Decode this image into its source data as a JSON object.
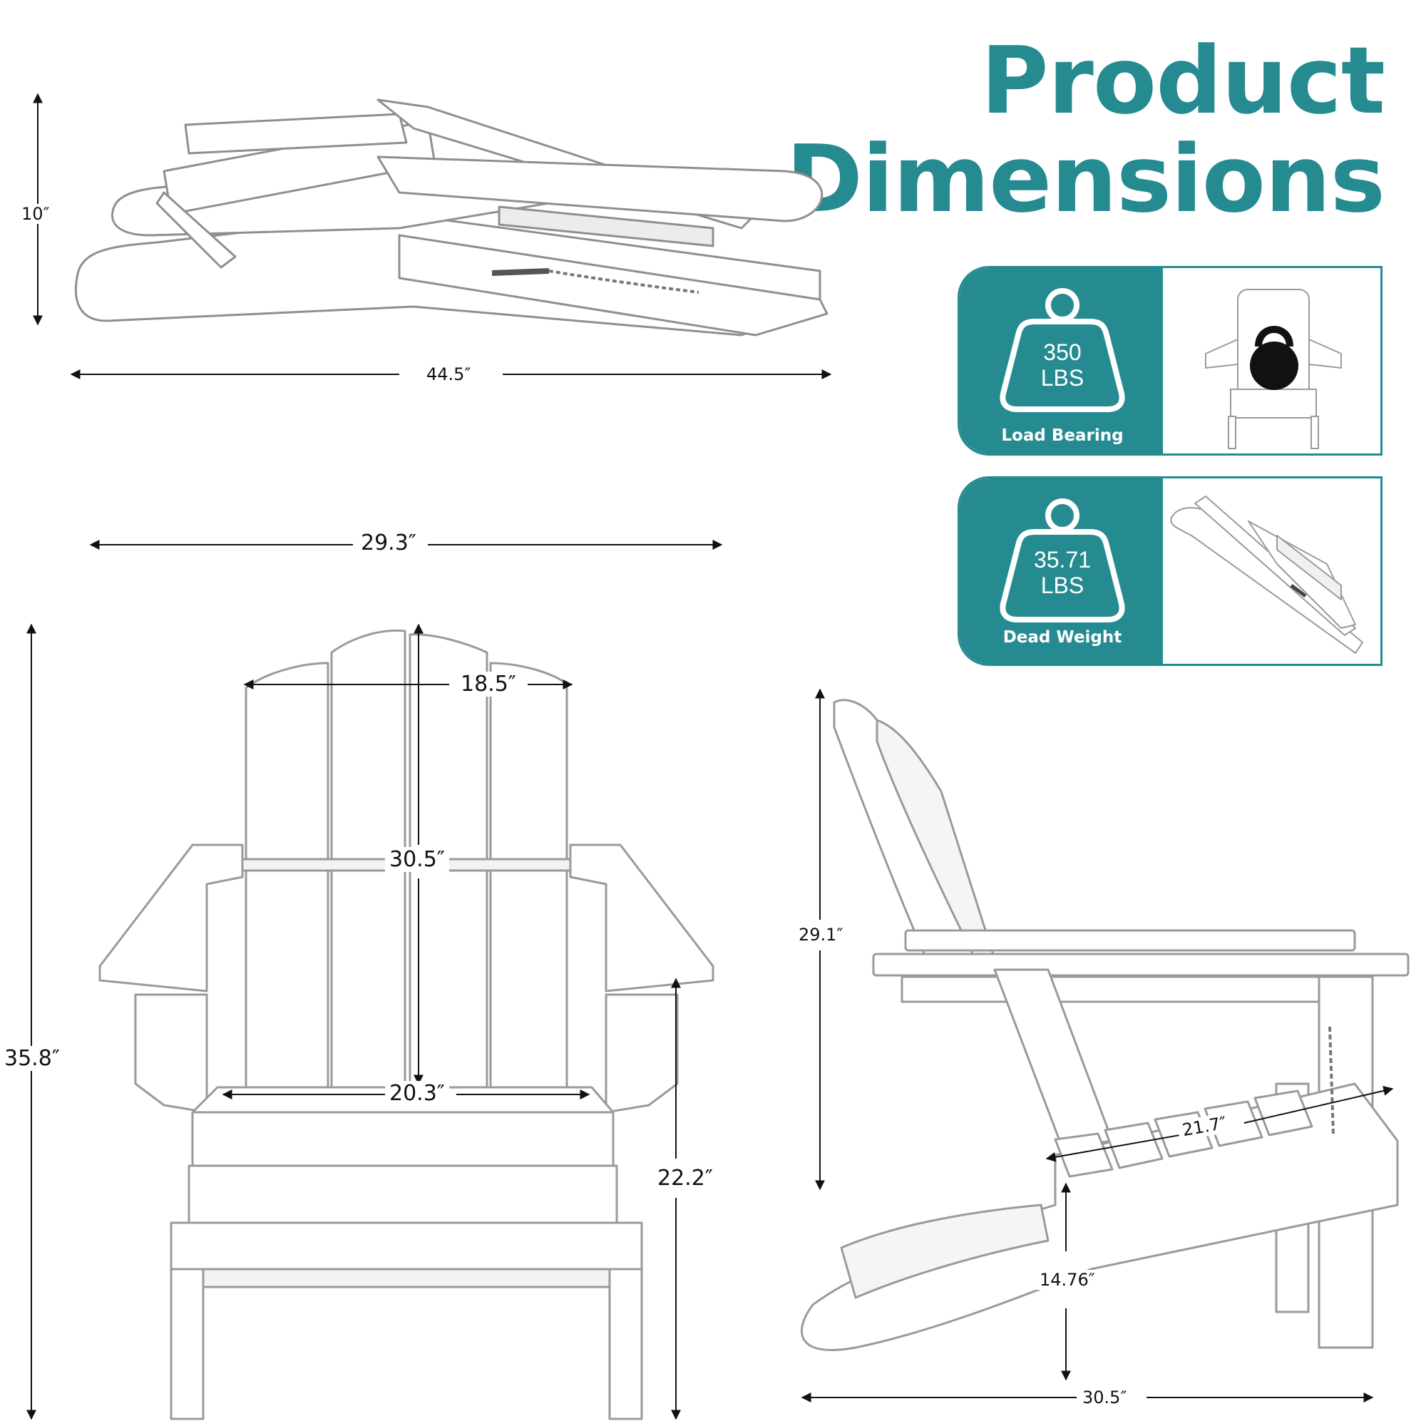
{
  "title": {
    "line1": "Product",
    "line2": "Dimensions"
  },
  "dimensions": {
    "folded_height": "10″",
    "folded_length": "44.5″",
    "overall_width": "29.3″",
    "overall_height": "35.8″",
    "back_width": "18.5″",
    "back_height": "30.5″",
    "seat_width": "20.3″",
    "arm_height": "22.2″",
    "side_height": "29.1″",
    "seat_depth": "21.7″",
    "seat_height": "14.76″",
    "overall_depth": "30.5″"
  },
  "cards": [
    {
      "weight": "350",
      "unit": "LBS",
      "label": "Load Bearing"
    },
    {
      "weight": "35.71",
      "unit": "LBS",
      "label": "Dead Weight"
    }
  ],
  "colors": {
    "accent": "#268b91",
    "chair": "#ffffff",
    "outline": "#9a9a9a"
  }
}
